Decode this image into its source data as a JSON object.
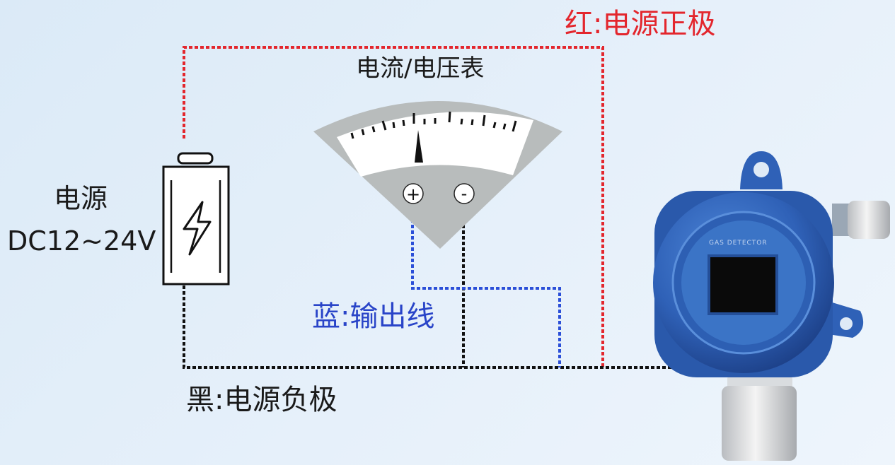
{
  "labels": {
    "red_wire": "红:电源正极",
    "meter": "电流/电压表",
    "blue_wire": "蓝:输出线",
    "black_wire": "黑:电源负极",
    "power_source": "电源",
    "voltage": "DC12~24V",
    "detector_text": "GAS DETECTOR",
    "meter_plus": "+",
    "meter_minus": "-"
  },
  "colors": {
    "red": "#e3262d",
    "blue": "#2b4fd8",
    "black": "#111111",
    "blue_text": "#2944c8",
    "label_text": "#1a1a1a",
    "detector_blue": "#2f61b7",
    "meter_gray": "#b8bcbc"
  },
  "icons": {
    "battery": "battery-lightning-icon",
    "meter": "analog-meter-icon",
    "detector": "gas-detector-device"
  }
}
